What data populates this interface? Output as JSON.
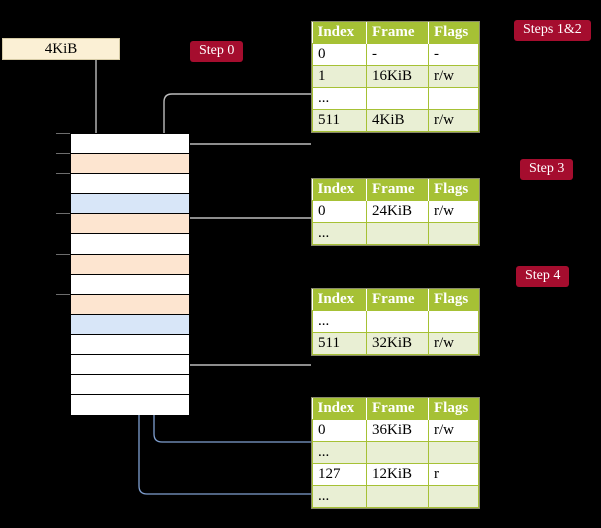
{
  "diagram": {
    "title_hidden": "",
    "page_box": {
      "label": "4KiB"
    },
    "badges": [
      {
        "name": "step-0",
        "label": "Step 0"
      },
      {
        "name": "steps-1-2",
        "label": "Steps 1&2"
      },
      {
        "name": "step-3",
        "label": "Step 3"
      },
      {
        "name": "step-4",
        "label": "Step 4"
      }
    ],
    "colors": {
      "header_green": "#a6c135",
      "row_alt_green": "#e9efd4",
      "highlight_yellow": "#fbf6a6",
      "badge_red": "#a50d2e",
      "page_box_cream": "#fbf0d5",
      "mem_peach": "#fde5d0",
      "mem_blue": "#d8e6f8",
      "wire_gray": "#b3b3b3",
      "wire_blue": "#7f9fd0"
    },
    "columns": [
      "Index",
      "Frame",
      "Flags"
    ],
    "tables": [
      {
        "name": "page-table-1",
        "rows": [
          {
            "index": "0",
            "frame": "-",
            "flags": "-",
            "alt": false,
            "highlight": false
          },
          {
            "index": "1",
            "frame": "16KiB",
            "flags": "r/w",
            "alt": true,
            "highlight": false
          },
          {
            "index": "...",
            "frame": "",
            "flags": "",
            "alt": false,
            "highlight": false
          },
          {
            "index": "511",
            "frame": "4KiB",
            "flags": "r/w",
            "alt": true,
            "highlight": true
          }
        ]
      },
      {
        "name": "page-table-2",
        "rows": [
          {
            "index": "0",
            "frame": "24KiB",
            "flags": "r/w",
            "alt": false,
            "highlight": false
          },
          {
            "index": "...",
            "frame": "",
            "flags": "",
            "alt": true,
            "highlight": false
          }
        ]
      },
      {
        "name": "page-table-3",
        "rows": [
          {
            "index": "...",
            "frame": "",
            "flags": "",
            "alt": false,
            "highlight": false
          },
          {
            "index": "511",
            "frame": "32KiB",
            "flags": "r/w",
            "alt": true,
            "highlight": false
          }
        ]
      },
      {
        "name": "page-table-4",
        "rows": [
          {
            "index": "0",
            "frame": "36KiB",
            "flags": "r/w",
            "alt": false,
            "highlight": false
          },
          {
            "index": "...",
            "frame": "",
            "flags": "",
            "alt": true,
            "highlight": false
          },
          {
            "index": "127",
            "frame": "12KiB",
            "flags": "r",
            "alt": false,
            "highlight": false
          },
          {
            "index": "...",
            "frame": "",
            "flags": "",
            "alt": true,
            "highlight": false
          }
        ]
      }
    ],
    "memory_column": {
      "name": "physical-memory-column",
      "rows": [
        {
          "fill": "white"
        },
        {
          "fill": "peach"
        },
        {
          "fill": "white"
        },
        {
          "fill": "blue"
        },
        {
          "fill": "peach"
        },
        {
          "fill": "white"
        },
        {
          "fill": "peach"
        },
        {
          "fill": "white"
        },
        {
          "fill": "peach"
        },
        {
          "fill": "blue"
        },
        {
          "fill": "white"
        },
        {
          "fill": "white"
        },
        {
          "fill": "white"
        },
        {
          "fill": "white"
        }
      ]
    }
  }
}
